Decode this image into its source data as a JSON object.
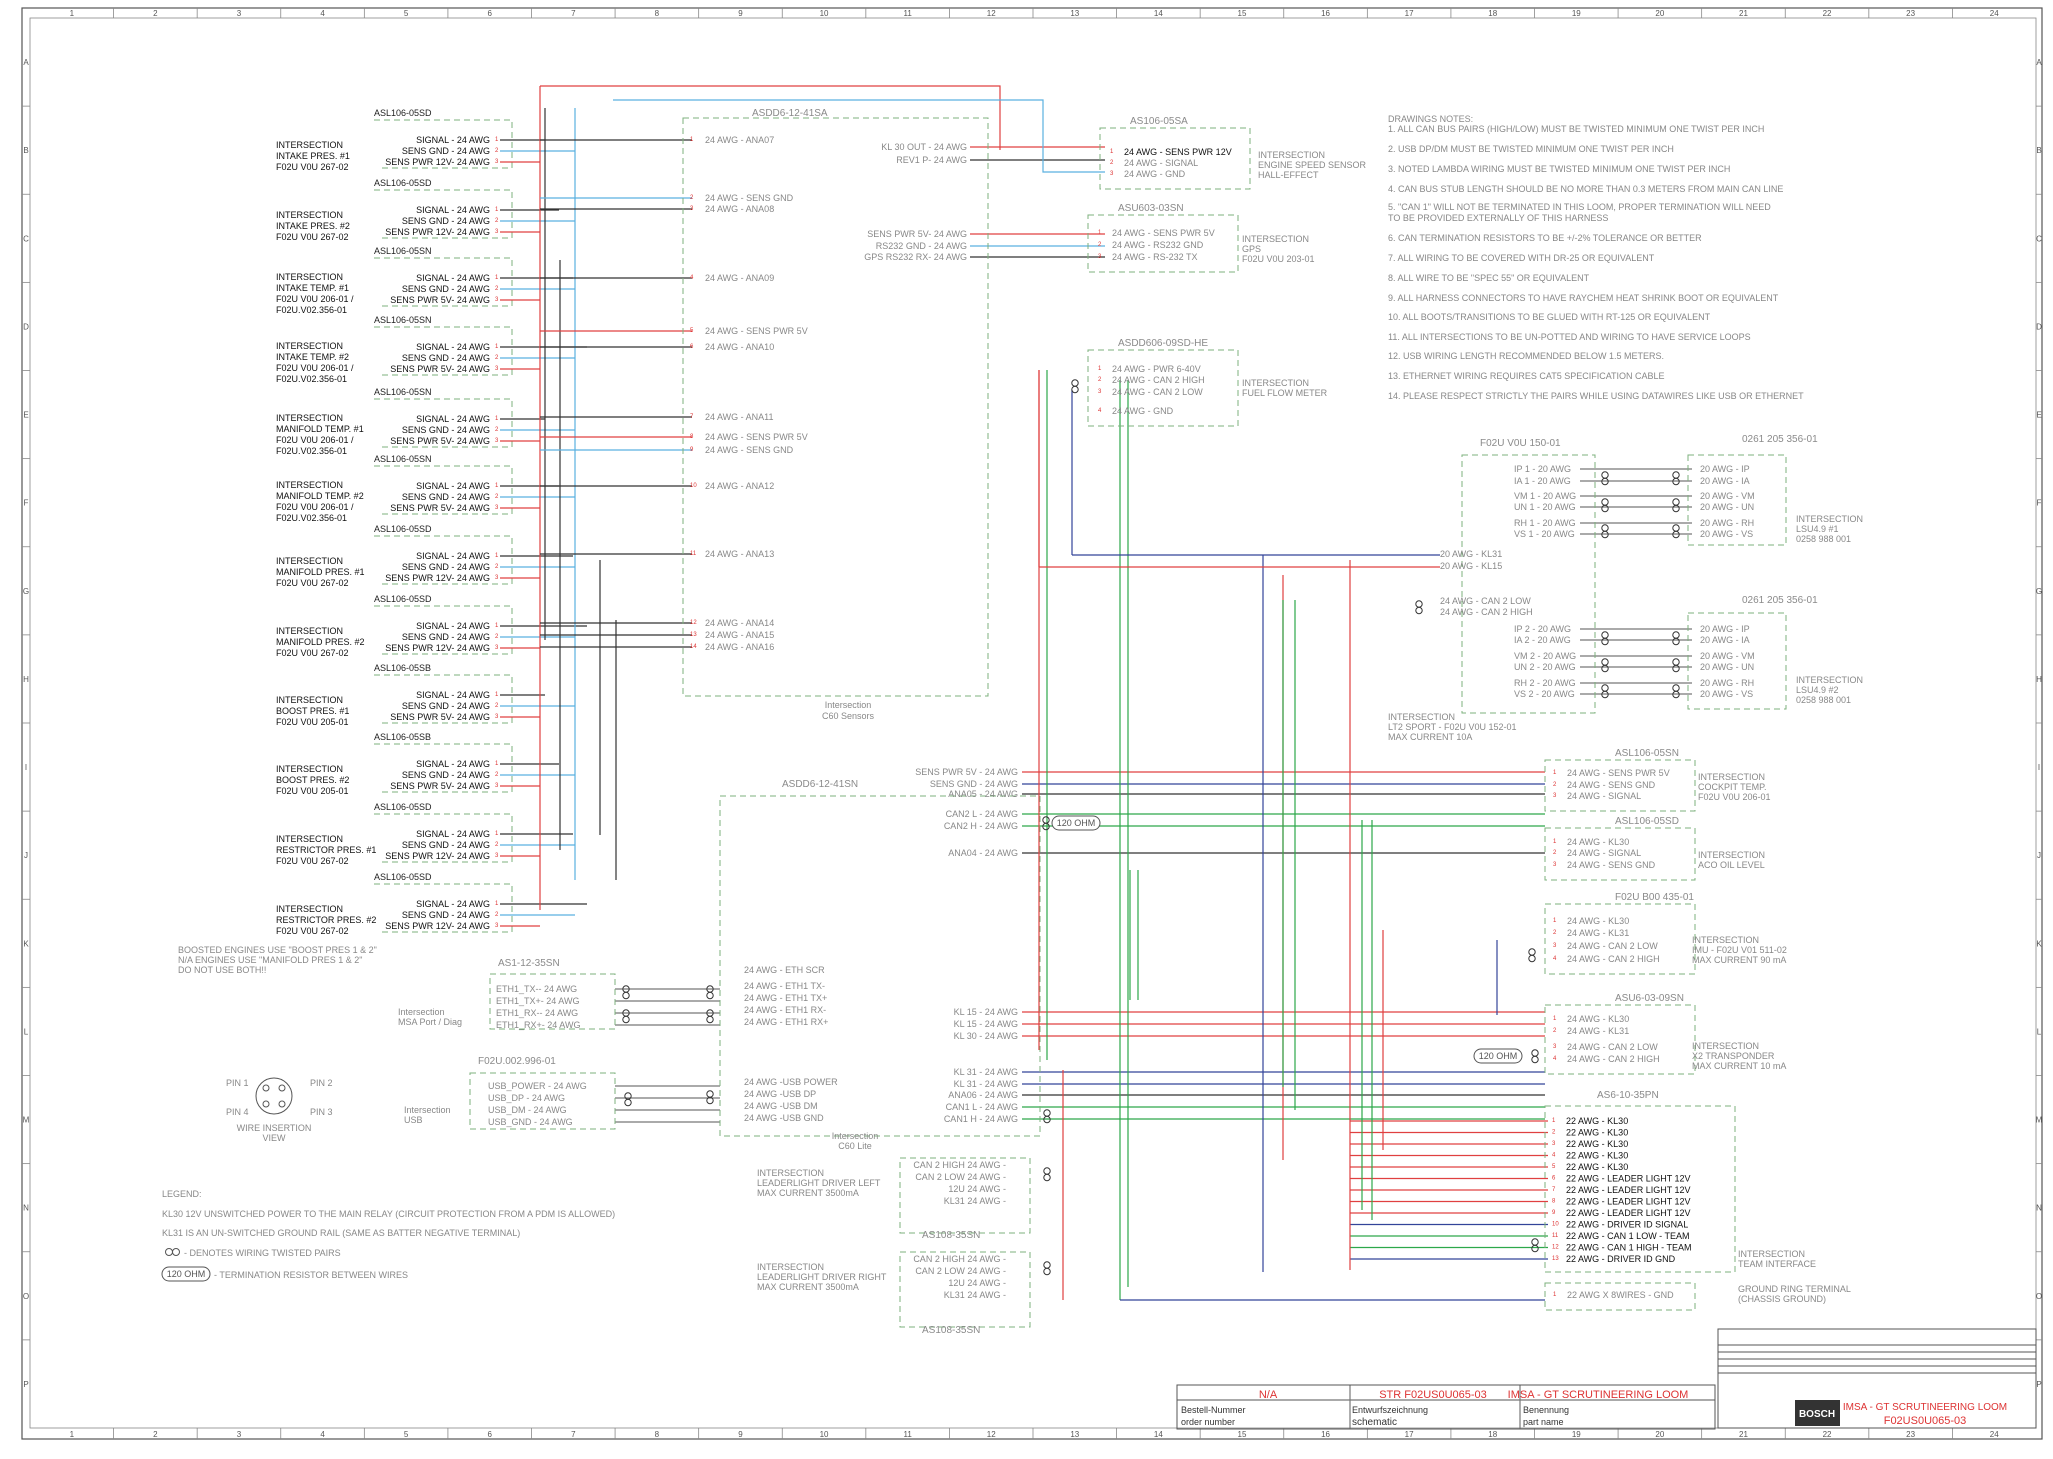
{
  "frame": {
    "columns": [
      "1",
      "2",
      "3",
      "4",
      "5",
      "6",
      "7",
      "8",
      "9",
      "10",
      "11",
      "12",
      "13",
      "14",
      "15",
      "16",
      "17",
      "18",
      "19",
      "20",
      "21",
      "22",
      "23",
      "24"
    ],
    "rows": [
      "A",
      "B",
      "C",
      "D",
      "E",
      "F",
      "G",
      "H",
      "I",
      "J",
      "K",
      "L",
      "M",
      "N",
      "O",
      "P"
    ]
  },
  "sensors": [
    {
      "conn": "ASL106-05SD",
      "name": [
        "INTERSECTION",
        "INTAKE PRES. #1",
        "F02U V0U 267-02"
      ],
      "wires": [
        "SIGNAL - 24 AWG",
        "SENS GND - 24 AWG",
        "SENS PWR 12V- 24 AWG"
      ]
    },
    {
      "conn": "ASL106-05SD",
      "name": [
        "INTERSECTION",
        "INTAKE PRES. #2",
        "F02U V0U 267-02"
      ],
      "wires": [
        "SIGNAL - 24 AWG",
        "SENS GND - 24 AWG",
        "SENS PWR 12V- 24 AWG"
      ]
    },
    {
      "conn": "ASL106-05SN",
      "name": [
        "INTERSECTION",
        "INTAKE TEMP. #1",
        "F02U V0U 206-01 /",
        "F02U.V02.356-01"
      ],
      "wires": [
        "SIGNAL - 24 AWG",
        "SENS GND - 24 AWG",
        "SENS PWR 5V- 24 AWG"
      ]
    },
    {
      "conn": "ASL106-05SN",
      "name": [
        "INTERSECTION",
        "INTAKE TEMP. #2",
        "F02U V0U 206-01 /",
        "F02U.V02.356-01"
      ],
      "wires": [
        "SIGNAL - 24 AWG",
        "SENS GND - 24 AWG",
        "SENS PWR 5V- 24 AWG"
      ]
    },
    {
      "conn": "ASL106-05SN",
      "name": [
        "INTERSECTION",
        "MANIFOLD TEMP. #1",
        "F02U V0U 206-01 /",
        "F02U.V02.356-01"
      ],
      "wires": [
        "SIGNAL - 24 AWG",
        "SENS GND - 24 AWG",
        "SENS PWR 5V- 24 AWG"
      ]
    },
    {
      "conn": "ASL106-05SN",
      "name": [
        "INTERSECTION",
        "MANIFOLD TEMP. #2",
        "F02U V0U 206-01 /",
        "F02U.V02.356-01"
      ],
      "wires": [
        "SIGNAL - 24 AWG",
        "SENS GND - 24 AWG",
        "SENS PWR 5V- 24 AWG"
      ]
    },
    {
      "conn": "ASL106-05SD",
      "name": [
        "INTERSECTION",
        "MANIFOLD PRES. #1",
        "F02U V0U 267-02"
      ],
      "wires": [
        "SIGNAL - 24 AWG",
        "SENS GND - 24 AWG",
        "SENS PWR 12V- 24 AWG"
      ]
    },
    {
      "conn": "ASL106-05SD",
      "name": [
        "INTERSECTION",
        "MANIFOLD PRES. #2",
        "F02U V0U 267-02"
      ],
      "wires": [
        "SIGNAL - 24 AWG",
        "SENS GND - 24 AWG",
        "SENS PWR 12V- 24 AWG"
      ]
    },
    {
      "conn": "ASL106-05SB",
      "name": [
        "INTERSECTION",
        "BOOST PRES. #1",
        "F02U V0U 205-01"
      ],
      "wires": [
        "SIGNAL - 24 AWG",
        "SENS GND - 24 AWG",
        "SENS PWR 5V- 24 AWG"
      ]
    },
    {
      "conn": "ASL106-05SB",
      "name": [
        "INTERSECTION",
        "BOOST PRES. #2",
        "F02U V0U 205-01"
      ],
      "wires": [
        "SIGNAL - 24 AWG",
        "SENS GND - 24 AWG",
        "SENS PWR 5V- 24 AWG"
      ]
    },
    {
      "conn": "ASL106-05SD",
      "name": [
        "INTERSECTION",
        "RESTRICTOR PRES. #1",
        "F02U V0U 267-02"
      ],
      "wires": [
        "SIGNAL - 24 AWG",
        "SENS GND - 24 AWG",
        "SENS PWR 12V- 24 AWG"
      ]
    },
    {
      "conn": "ASL106-05SD",
      "name": [
        "INTERSECTION",
        "RESTRICTOR PRES. #2",
        "F02U V0U 267-02"
      ],
      "wires": [
        "SIGNAL - 24 AWG",
        "SENS GND - 24 AWG",
        "SENS PWR 12V- 24 AWG"
      ]
    }
  ],
  "c60_sensors": {
    "conn": "ASDD6-12-41SA",
    "caption": [
      "Intersection",
      "C60 Sensors"
    ],
    "pins": [
      "24 AWG - ANA07",
      "24 AWG - SENS GND",
      "24 AWG - ANA08",
      "24 AWG - ANA09",
      "24 AWG - SENS PWR 5V",
      "24 AWG - ANA10",
      "24 AWG - ANA11",
      "24 AWG - SENS PWR 5V",
      "24 AWG - SENS GND",
      "24 AWG - ANA12",
      "24 AWG - ANA13",
      "24 AWG - ANA14",
      "24 AWG - ANA15",
      "24 AWG - ANA16"
    ],
    "right": [
      "KL 30 OUT - 24 AWG",
      "REV1 P- 24 AWG",
      "SENS PWR 5V- 24 AWG",
      "RS232 GND - 24 AWG",
      "GPS RS232 RX- 24 AWG"
    ]
  },
  "engine_speed": {
    "conn": "AS106-05SA",
    "caption": [
      "INTERSECTION",
      "ENGINE SPEED SENSOR",
      "HALL-EFFECT"
    ],
    "pins": [
      "24 AWG - SENS PWR 12V",
      "24 AWG - SIGNAL",
      "24 AWG - GND"
    ]
  },
  "gps": {
    "conn": "ASU603-03SN",
    "caption": [
      "INTERSECTION",
      "GPS",
      "F02U V0U 203-01"
    ],
    "pins": [
      "24 AWG - SENS PWR 5V",
      "24 AWG - RS232 GND",
      "24 AWG - RS-232 TX"
    ]
  },
  "fuel_flow": {
    "conn": "ASDD606-09SD-HE",
    "caption": [
      "INTERSECTION",
      "FUEL FLOW METER"
    ],
    "pins": [
      "24 AWG - PWR 6-40V",
      "24 AWG - CAN 2 HIGH",
      "24 AWG - CAN 2 LOW",
      "24 AWG - GND"
    ]
  },
  "notes": {
    "title": "DRAWINGS NOTES:",
    "items": [
      "1. ALL CAN BUS PAIRS (HIGH/LOW) MUST BE TWISTED MINIMUM ONE TWIST PER INCH",
      "2. USB DP/DM MUST BE TWISTED MINIMUM ONE TWIST PER INCH",
      "3. NOTED LAMBDA WIRING MUST BE TWISTED MINIMUM ONE TWIST PER INCH",
      "4. CAN BUS STUB LENGTH SHOULD BE NO MORE THAN 0.3 METERS FROM MAIN CAN LINE",
      "5. \"CAN 1\" WILL NOT BE TERMINATED IN THIS LOOM, PROPER TERMINATION WILL NEED",
      "   TO BE PROVIDED EXTERNALLY OF THIS HARNESS",
      "6. CAN TERMINATION RESISTORS TO BE +/-2% TOLERANCE OR BETTER",
      "7. ALL WIRING TO BE COVERED WITH DR-25 OR EQUIVALENT",
      "8. ALL WIRE TO BE \"SPEC 55\" OR EQUIVALENT",
      "9. ALL HARNESS CONNECTORS TO HAVE RAYCHEM HEAT SHRINK BOOT OR EQUIVALENT",
      "10. ALL BOOTS/TRANSITIONS TO BE GLUED WITH RT-125 OR EQUIVALENT",
      "11. ALL INTERSECTIONS TO BE UN-POTTED AND WIRING TO HAVE SERVICE LOOPS",
      "12. USB WIRING LENGTH RECOMMENDED BELOW 1.5 METERS.",
      "13. ETHERNET WIRING REQUIRES CAT5 SPECIFICATION CABLE",
      "14. PLEASE RESPECT STRICTLY THE PAIRS WHILE USING DATAWIRES LIKE USB OR ETHERNET"
    ]
  },
  "lambda1": {
    "conn_left": "F02U V0U 150-01",
    "conn_right": "0261 205 356-01",
    "left": [
      "IP 1 - 20 AWG",
      "IA 1 - 20 AWG",
      "VM 1 - 20 AWG",
      "UN 1 - 20 AWG",
      "RH 1 - 20 AWG",
      "VS 1 - 20 AWG"
    ],
    "right": [
      "20 AWG - IP",
      "20 AWG - IA",
      "20 AWG - VM",
      "20 AWG - UN",
      "20 AWG - RH",
      "20 AWG - VS"
    ],
    "caption": [
      "INTERSECTION",
      "LSU4.9 #1",
      "0258 988 001"
    ],
    "kl": [
      "20 AWG - KL31",
      "20 AWG - KL15"
    ]
  },
  "lambda2": {
    "conn_right": "0261 205 356-01",
    "can": [
      "24 AWG - CAN 2 LOW",
      "24 AWG - CAN 2 HIGH"
    ],
    "left": [
      "IP 2 - 20 AWG",
      "IA 2 - 20 AWG",
      "VM 2 - 20 AWG",
      "UN 2 - 20 AWG",
      "RH 2 - 20 AWG",
      "VS 2 - 20 AWG"
    ],
    "right": [
      "20 AWG - IP",
      "20 AWG - IA",
      "20 AWG - VM",
      "20 AWG - UN",
      "20 AWG - RH",
      "20 AWG - VS"
    ],
    "caption": [
      "INTERSECTION",
      "LSU4.9 #2",
      "0258 988 001"
    ],
    "bottom": [
      "INTERSECTION",
      "LT2 SPORT - F02U V0U 152-01",
      "MAX CURRENT 10A"
    ]
  },
  "c60_lite": {
    "conn": "ASDD6-12-41SN",
    "caption": [
      "Intersection",
      "C60 Lite"
    ],
    "left": [
      "SENS PWR 5V - 24 AWG",
      "SENS GND - 24 AWG",
      "ANA05 - 24 AWG",
      "CAN2 L - 24 AWG",
      "CAN2 H - 24 AWG",
      "ANA04 - 24 AWG",
      "KL 15 - 24 AWG",
      "KL 15 - 24 AWG",
      "KL 30 - 24 AWG",
      "KL 31 - 24 AWG",
      "KL 31 - 24 AWG",
      "ANA06 - 24 AWG",
      "CAN1 L - 24 AWG",
      "CAN1 H - 24 AWG"
    ],
    "eth": [
      "24 AWG - ETH SCR",
      "24 AWG - ETH1 TX-",
      "24 AWG - ETH1 TX+",
      "24 AWG - ETH1 RX-",
      "24 AWG - ETH1 RX+"
    ],
    "usb": [
      "24 AWG -USB POWER",
      "24 AWG -USB DP",
      "24 AWG -USB DM",
      "24 AWG -USB GND"
    ],
    "resistor": "120 OHM"
  },
  "cockpit_temp": {
    "conn": "ASL106-05SN",
    "caption": [
      "INTERSECTION",
      "COCKPIT TEMP.",
      "F02U V0U 206-01"
    ],
    "pins": [
      "24 AWG - SENS PWR 5V",
      "24 AWG - SENS GND",
      "24 AWG - SIGNAL"
    ]
  },
  "aco_oil": {
    "conn": "ASL106-05SD",
    "caption": [
      "INTERSECTION",
      "ACO OIL LEVEL"
    ],
    "pins": [
      "24 AWG - KL30",
      "24 AWG - SIGNAL",
      "24 AWG - SENS GND"
    ]
  },
  "imu": {
    "conn": "F02U B00 435-01",
    "caption": [
      "INTERSECTION",
      "IMU - F02U V01 511-02",
      "MAX CURRENT 90 mA"
    ],
    "pins": [
      "24 AWG - KL30",
      "24 AWG - KL31",
      "24 AWG - CAN 2 LOW",
      "24 AWG - CAN 2 HIGH"
    ]
  },
  "transponder": {
    "conn": "ASU6-03-09SN",
    "caption": [
      "INTERSECTION",
      "X2 TRANSPONDER",
      "MAX CURRENT 10 mA"
    ],
    "pins": [
      "24 AWG - KL30",
      "24 AWG - KL31",
      "24 AWG - CAN 2 LOW",
      "24 AWG - CAN 2 HIGH"
    ],
    "resistor": "120 OHM"
  },
  "team": {
    "conn": "AS6-10-35PN",
    "caption": [
      "INTERSECTION",
      "TEAM INTERFACE"
    ],
    "pins": [
      "22 AWG - KL30",
      "22 AWG - KL30",
      "22 AWG - KL30",
      "22 AWG - KL30",
      "22 AWG - KL30",
      "22 AWG - LEADER LIGHT 12V",
      "22 AWG - LEADER LIGHT 12V",
      "22 AWG - LEADER LIGHT 12V",
      "22 AWG - LEADER LIGHT 12V",
      "22 AWG - DRIVER ID SIGNAL",
      "22 AWG - CAN 1 LOW - TEAM",
      "22 AWG - CAN 1 HIGH - TEAM",
      "22 AWG - DRIVER ID GND"
    ]
  },
  "ground": {
    "pin": "22 AWG X 8WIRES - GND",
    "caption": [
      "GROUND RING TERMINAL",
      "(CHASSIS GROUND)"
    ]
  },
  "eth_port": {
    "conn": "AS1-12-35SN",
    "caption": [
      "Intersection",
      "MSA Port / Diag"
    ],
    "pins": [
      "ETH1_TX-- 24 AWG",
      "ETH1_TX+- 24 AWG",
      "ETH1_RX-- 24 AWG",
      "ETH1_RX+- 24 AWG"
    ]
  },
  "usb_port": {
    "conn": "F02U.002.996-01",
    "caption": [
      "Intersection",
      "USB"
    ],
    "pins": [
      "USB_POWER - 24 AWG",
      "USB_DP - 24 AWG",
      "USB_DM - 24 AWG",
      "USB_GND - 24 AWG"
    ]
  },
  "leader_left": {
    "caption": [
      "INTERSECTION",
      "LEADERLIGHT DRIVER LEFT",
      "MAX CURRENT 3500mA"
    ],
    "pins": [
      "CAN 2 HIGH 24 AWG -",
      "CAN 2 LOW 24 AWG -",
      "12U 24 AWG -",
      "KL31 24 AWG -"
    ],
    "conn": "AS108-35SN"
  },
  "leader_right": {
    "caption": [
      "INTERSECTION",
      "LEADERLIGHT DRIVER RIGHT",
      "MAX CURRENT 3500mA"
    ],
    "pins": [
      "CAN 2 HIGH 24 AWG -",
      "CAN 2 LOW 24 AWG -",
      "12U 24 AWG -",
      "KL31 24 AWG -"
    ],
    "conn": "AS108-35SN"
  },
  "boost_note": [
    "BOOSTED ENGINES USE \"BOOST PRES 1 & 2\"",
    "N/A ENGINES USE \"MANIFOLD PRES 1 & 2\"",
    "DO NOT USE BOTH!!"
  ],
  "pin_view": {
    "pins": [
      "PIN 1",
      "PIN 2",
      "PIN 4",
      "PIN 3"
    ],
    "caption": [
      "WIRE INSERTION",
      "VIEW"
    ]
  },
  "legend": {
    "title": "LEGEND:",
    "items": [
      "KL30 12V UNSWITCHED POWER TO THE MAIN RELAY (CIRCUIT PROTECTION FROM A PDM IS ALLOWED)",
      "KL31 IS AN UN-SWITCHED GROUND RAIL (SAME AS BATTER NEGATIVE TERMINAL)",
      "- DENOTES WIRING TWISTED PAIRS",
      "- TERMINATION RESISTOR BETWEEN WIRES"
    ],
    "resistor": "120 OHM"
  },
  "titleblock": {
    "na": "N/A",
    "code": "STR F02US0U065-03",
    "project": "IMSA - GT SCRUTINEERING LOOM",
    "bestell": "Bestell-Nummer",
    "order": "order number",
    "entwurf": "Entwurfszeichnung",
    "schematic": "schematic",
    "benennung": "Benennung",
    "partname": "part name",
    "partno": "F02US0U065-03",
    "brand": "BOSCH"
  },
  "colors": {
    "red": "#e04040",
    "blue": "#5ab0e0",
    "black": "#333333",
    "green": "#2da84a",
    "grey": "#777777",
    "navy": "#334499",
    "dash": "#7cb07c"
  }
}
